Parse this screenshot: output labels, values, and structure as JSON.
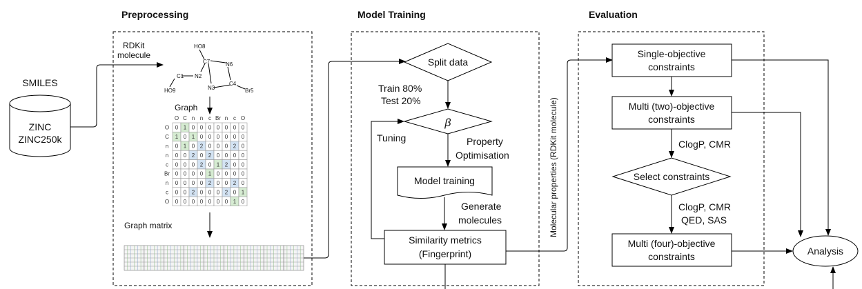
{
  "sections": {
    "preprocessing": "Preprocessing",
    "model_training": "Model Training",
    "evaluation": "Evaluation"
  },
  "input": {
    "smiles_label": "SMILES",
    "db_line1": "ZINC",
    "db_line2": "ZINC250k"
  },
  "preprocessing": {
    "rdkit_line1": "RDKit",
    "rdkit_line2": "molecule",
    "graph_label": "Graph",
    "graph_matrix_label": "Graph matrix",
    "atoms": {
      "ho_top": "HO8",
      "c7": "C7",
      "n6": "N6",
      "c1": "C1",
      "n2": "N2",
      "n3": "N3",
      "c4": "C4",
      "br5": "Br5",
      "ho_bottom": "HO9"
    },
    "matrix": {
      "col_headers": [
        "O",
        "C",
        "n",
        "n",
        "c",
        "Br",
        "n",
        "c",
        "O"
      ],
      "row_headers": [
        "O",
        "C",
        "n",
        "n",
        "c",
        "Br",
        "n",
        "c",
        "O"
      ],
      "rows": [
        [
          "0",
          "1",
          "0",
          "0",
          "0",
          "0",
          "0",
          "0",
          "0"
        ],
        [
          "1",
          "0",
          "1",
          "0",
          "0",
          "0",
          "0",
          "0",
          "0"
        ],
        [
          "0",
          "1",
          "0",
          "2",
          "0",
          "0",
          "0",
          "2",
          "0"
        ],
        [
          "0",
          "0",
          "2",
          "0",
          "2",
          "0",
          "0",
          "0",
          "0"
        ],
        [
          "0",
          "0",
          "0",
          "2",
          "0",
          "1",
          "2",
          "0",
          "0"
        ],
        [
          "0",
          "0",
          "0",
          "0",
          "1",
          "0",
          "0",
          "0",
          "0"
        ],
        [
          "0",
          "0",
          "0",
          "0",
          "2",
          "0",
          "0",
          "2",
          "0"
        ],
        [
          "0",
          "0",
          "2",
          "0",
          "0",
          "0",
          "2",
          "0",
          "1"
        ],
        [
          "0",
          "0",
          "0",
          "0",
          "0",
          "0",
          "0",
          "1",
          "0"
        ]
      ]
    }
  },
  "training": {
    "split_data": "Split data",
    "train_pct": "Train 80%",
    "test_pct": "Test 20%",
    "beta": "β",
    "tuning": "Tuning",
    "property_line1": "Property",
    "property_line2": "Optimisation",
    "model_training": "Model training",
    "generate_line1": "Generate",
    "generate_line2": "molecules",
    "similarity_line1": "Similarity metrics",
    "similarity_line2": "(Fingerprint)"
  },
  "connector_label": "Molecular properties (RDKit molecule)",
  "evaluation": {
    "single_line1": "Single-objective",
    "single_line2": "constraints",
    "multi_two_line1": "Multi (two)-objective",
    "multi_two_line2": "constraints",
    "clogp_cmr": "ClogP, CMR",
    "select_constraints": "Select constraints",
    "four_props_line1": "ClogP, CMR",
    "four_props_line2": "QED, SAS",
    "multi_four_line1": "Multi (four)-objective",
    "multi_four_line2": "constraints",
    "analysis": "Analysis"
  },
  "colors": {
    "line": "#000000",
    "matrix_green": "#d6ecd2",
    "matrix_blue": "#d3e3f3",
    "atom_red": "#e00000",
    "atom_blue": "#1a3fcc",
    "atom_orange": "#c8641e"
  }
}
